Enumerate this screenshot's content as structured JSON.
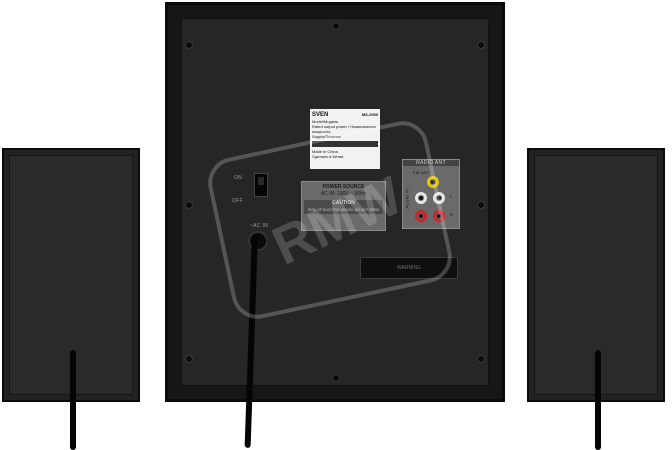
{
  "brand": "SVEN",
  "model_code": "MS-2050",
  "label_lines": [
    "Model/Модель",
    "Rated output power / Номинальная мощность",
    "Supply/Питание",
    "Made in China",
    "Сделано в Китае"
  ],
  "switch": {
    "on": "ON",
    "off": "OFF"
  },
  "power_source": {
    "title": "POWER SOURCE",
    "rating": "AC IN: 230V ~ 50Hz",
    "caution": "CAUTION",
    "caution_sub": "RISK OF ELECTRIC SHOCK DO NOT OPEN"
  },
  "ac_in": "~AC IN",
  "radio": {
    "title": "RADIO ANT",
    "fm": "FM ANT"
  },
  "audio_in": "AUDIO IN",
  "channel_labels": [
    "L",
    "R"
  ],
  "warning_strip": "WARNING",
  "watermark": "RMW",
  "colors": {
    "body": "#161616",
    "panel": "#262626",
    "rca_yellow": "#e8c400",
    "rca_red": "#c8262a",
    "rca_white": "#e6e6e6"
  }
}
